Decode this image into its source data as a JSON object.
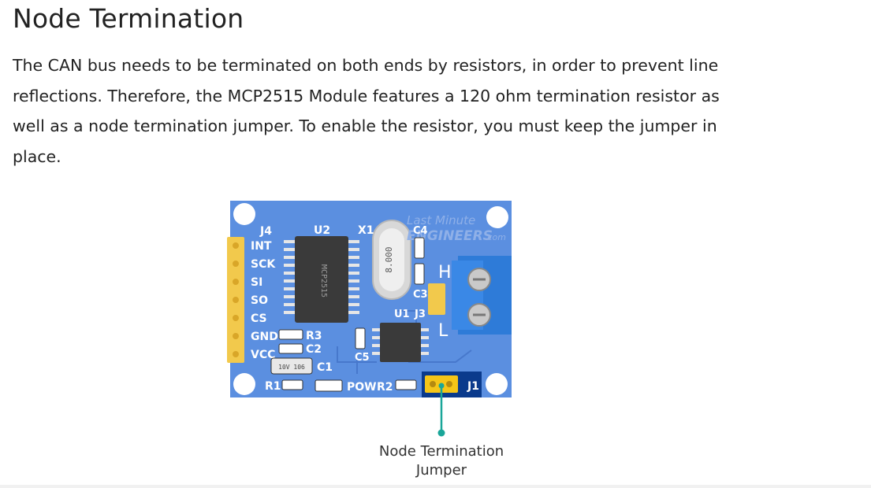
{
  "section": {
    "title": "Node Termination",
    "paragraph": "The CAN bus needs to be terminated on both ends by resistors, in order to prevent line reflections. Therefore, the MCP2515 Module features a 120 ohm termination resistor as well as a node termination jumper. To enable the resistor, you must keep the jumper in place."
  },
  "figure": {
    "watermark_line1": "Last Minute",
    "watermark_line2": "ENGINEERS",
    "watermark_suffix": ".com",
    "pins": [
      "INT",
      "SCK",
      "SI",
      "SO",
      "CS",
      "GND",
      "VCC"
    ],
    "labels": {
      "j4": "J4",
      "u2": "U2",
      "x1": "X1",
      "c4": "C4",
      "h": "H",
      "c3": "C3",
      "u1": "U1",
      "j3": "J3",
      "l": "L",
      "r3": "R3",
      "c2": "C2",
      "c5": "C5",
      "c1": "C1",
      "r1": "R1",
      "pow": "POW",
      "r2": "R2",
      "j1": "J1"
    },
    "chip_text": "MCP2515",
    "crystal_text": "8.000",
    "cap_text": "10V 106",
    "caption_line1": "Node Termination",
    "caption_line2": "Jumper",
    "colors": {
      "board": "#5b8fe0",
      "board_trace": "#4778cc",
      "terminal": "#2e7bd8",
      "header_pin": "#f2c94c",
      "highlight": "#0a3a8c",
      "jumper": "#f5c518",
      "callout": "#1aa699"
    }
  }
}
